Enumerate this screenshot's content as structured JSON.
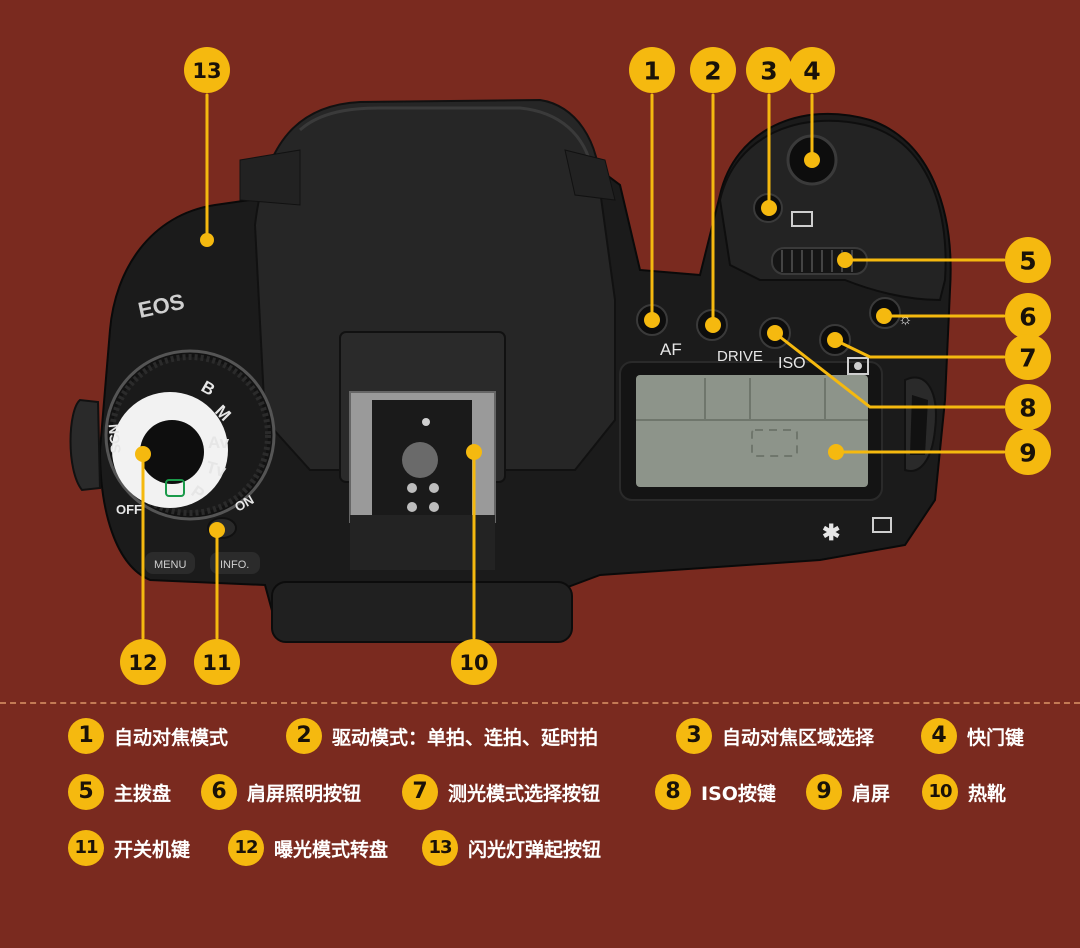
{
  "colors": {
    "background": "#7a2a1f",
    "badge": "#f5b90f",
    "text": "#ffffff",
    "camera": "#1c1c1c"
  },
  "camera_labels": {
    "af": "AF",
    "drive": "DRIVE",
    "iso": "ISO",
    "off": "OFF",
    "on": "ON",
    "menu": "MENU",
    "info": "INFO.",
    "mode_b": "B",
    "mode_m": "M",
    "mode_av": "Av",
    "mode_tv": "Tv",
    "mode_p": "P",
    "mode_scn": "SCN",
    "brand": "EOS"
  },
  "callouts": [
    {
      "number": "1"
    },
    {
      "number": "2"
    },
    {
      "number": "3"
    },
    {
      "number": "4"
    },
    {
      "number": "5"
    },
    {
      "number": "6"
    },
    {
      "number": "7"
    },
    {
      "number": "8"
    },
    {
      "number": "9"
    },
    {
      "number": "10"
    },
    {
      "number": "11"
    },
    {
      "number": "12"
    },
    {
      "number": "13"
    }
  ],
  "legend": [
    {
      "number": "1",
      "label": "自动对焦模式"
    },
    {
      "number": "2",
      "label": "驱动模式：单拍、连拍、延时拍"
    },
    {
      "number": "3",
      "label": "自动对焦区域选择"
    },
    {
      "number": "4",
      "label": "快门键"
    },
    {
      "number": "5",
      "label": "主拨盘"
    },
    {
      "number": "6",
      "label": "肩屏照明按钮"
    },
    {
      "number": "7",
      "label": "测光模式选择按钮"
    },
    {
      "number": "8",
      "label": "ISO按键"
    },
    {
      "number": "9",
      "label": "肩屏"
    },
    {
      "number": "10",
      "label": "热靴"
    },
    {
      "number": "11",
      "label": "开关机键"
    },
    {
      "number": "12",
      "label": "曝光模式转盘"
    },
    {
      "number": "13",
      "label": "闪光灯弹起按钮"
    }
  ]
}
